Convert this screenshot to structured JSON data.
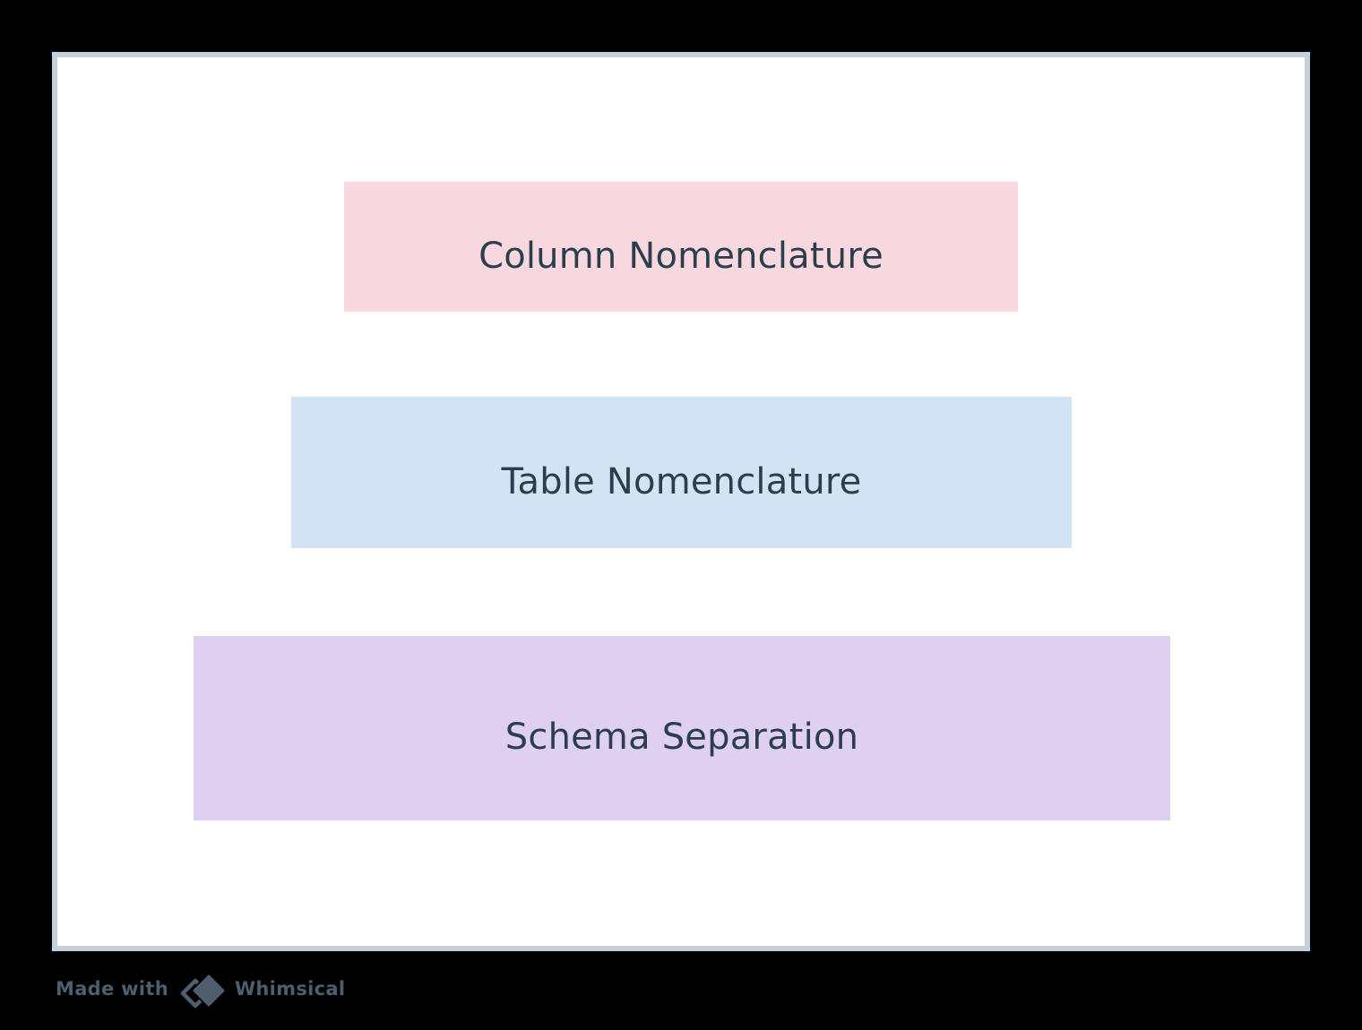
{
  "page": {
    "background_color": "#000000",
    "canvas_background_color": "#ffffff",
    "canvas_border_color": "#c4d0dc"
  },
  "diagram": {
    "nodes": [
      {
        "label": "Column Nomenclature",
        "color": "#f7d8de",
        "text_color": "#2c3e4e"
      },
      {
        "label": "Table Nomenclature",
        "color": "#d2e3f3",
        "text_color": "#2c3e4e"
      },
      {
        "label": "Schema Separation",
        "color": "#dfcff0",
        "text_color": "#2c3e4e"
      }
    ]
  },
  "footer": {
    "made_with_label": "Made with",
    "brand_label": "Whimsical",
    "logo_icon": "whimsical-diamonds-icon",
    "text_color": "#4e5e6e"
  }
}
